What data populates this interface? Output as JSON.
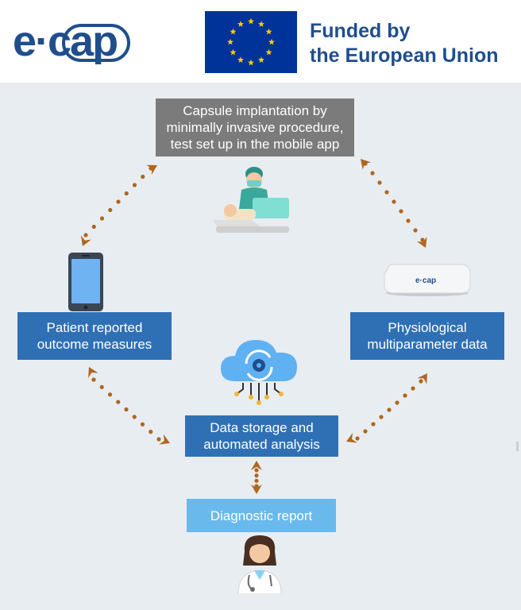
{
  "header": {
    "logo_text": "e·cap",
    "funding_lines": [
      "Funded by",
      "the European Union"
    ]
  },
  "diagram": {
    "steps": {
      "capsule": [
        "Capsule implantation by",
        "minimally invasive procedure,",
        "test set up in the mobile app"
      ],
      "patient": [
        "Patient reported",
        "outcome measures"
      ],
      "physio": [
        "Physiological",
        "multiparameter data"
      ],
      "storage": [
        "Data storage and",
        "automated analysis"
      ],
      "report": [
        "Diagnostic report"
      ]
    },
    "device_label": "e·cap"
  },
  "colors": {
    "brand_blue": "#1f4e8c",
    "box_blue": "#2f70b5",
    "box_gray": "#7b7b7b",
    "box_light_blue": "#6ab9ec",
    "arrow_brown": "#b0661c",
    "eu_blue": "#003399",
    "eu_yellow": "#ffcc00",
    "panel_bg": "#e8edf2"
  },
  "icons": [
    "eu-flag-icon",
    "surgeon-patient-icon",
    "smartphone-icon",
    "ecap-device-icon",
    "cloud-gear-icon",
    "doctor-icon"
  ]
}
